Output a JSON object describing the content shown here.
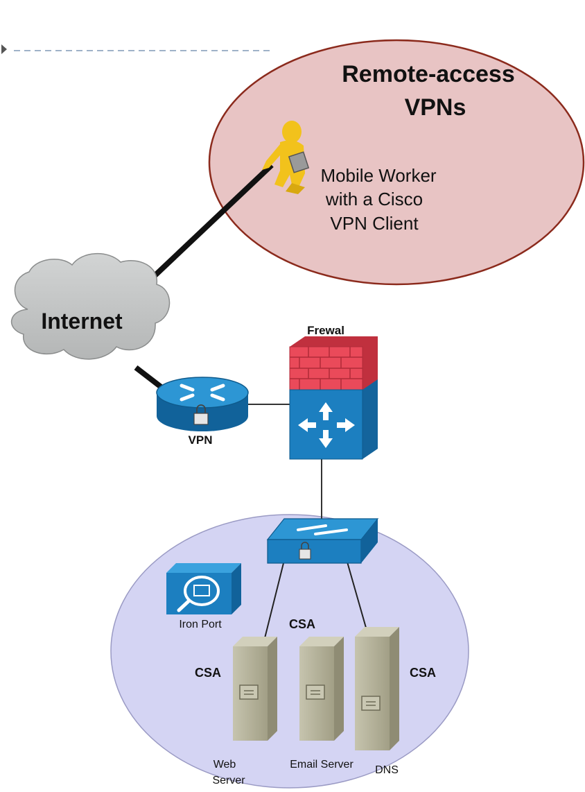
{
  "diagram": {
    "remote_title_line1": "Remote-access",
    "remote_title_line2": "VPNs",
    "worker_line1": "Mobile Worker",
    "worker_line2": "with a Cisco",
    "worker_line3": "VPN Client",
    "internet_label": "Internet",
    "firewall_label": "Frewal",
    "vpn_label": "VPN",
    "ironport_label": "Iron Port",
    "csa_labels": [
      "CSA",
      "CSA",
      "CSA"
    ],
    "web_server_line1": "Web",
    "web_server_line2": "Server",
    "email_server_label": "Email Server",
    "dns_label": "DNS"
  },
  "colors": {
    "remote_ellipse_fill": "#e8c4c4",
    "remote_ellipse_stroke": "#8b2a1c",
    "lan_ellipse_fill": "#d4d4f3",
    "cloud_fill": "#c6c8c8",
    "device_blue": "#1c7fc0",
    "firewall_red": "#ea4a5a",
    "server_tan": "#b4b29c",
    "worker_yellow": "#f2c21c"
  }
}
